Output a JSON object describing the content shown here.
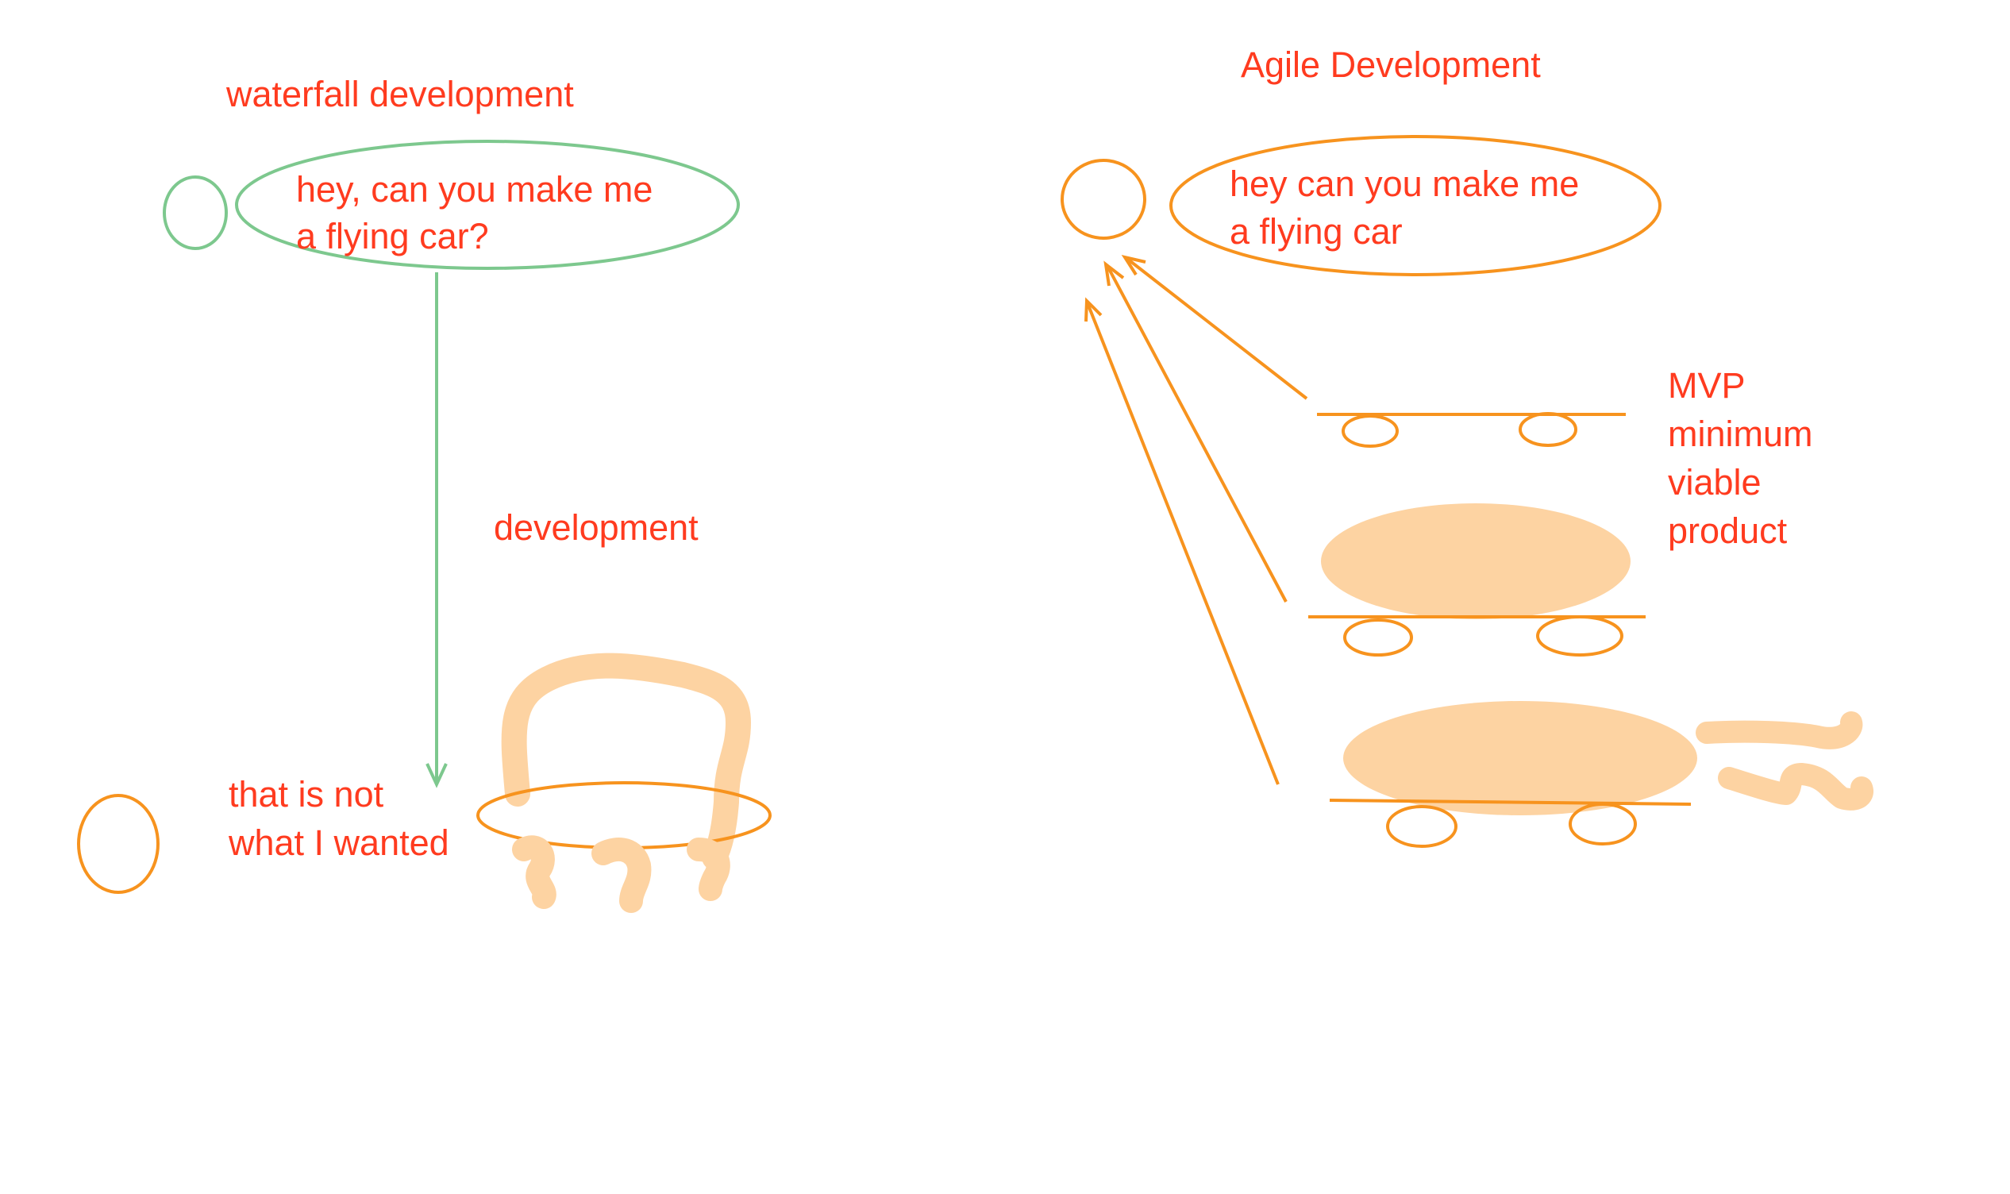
{
  "colors": {
    "text_red": "#ff3b1f",
    "green": "#7dc88e",
    "orange": "#f7931e",
    "peach": "#fdd3a2"
  },
  "waterfall": {
    "title": "waterfall development",
    "request_line1": "hey, can you make me",
    "request_line2": "a flying car?",
    "arrow_label": "development",
    "response_line1": "that is not",
    "response_line2": "what I wanted"
  },
  "agile": {
    "title": "Agile Development",
    "request_line1": "hey can you make me",
    "request_line2": "a flying car",
    "mvp_line1": "MVP",
    "mvp_line2": "minimum",
    "mvp_line3": "viable",
    "mvp_line4": "product"
  }
}
